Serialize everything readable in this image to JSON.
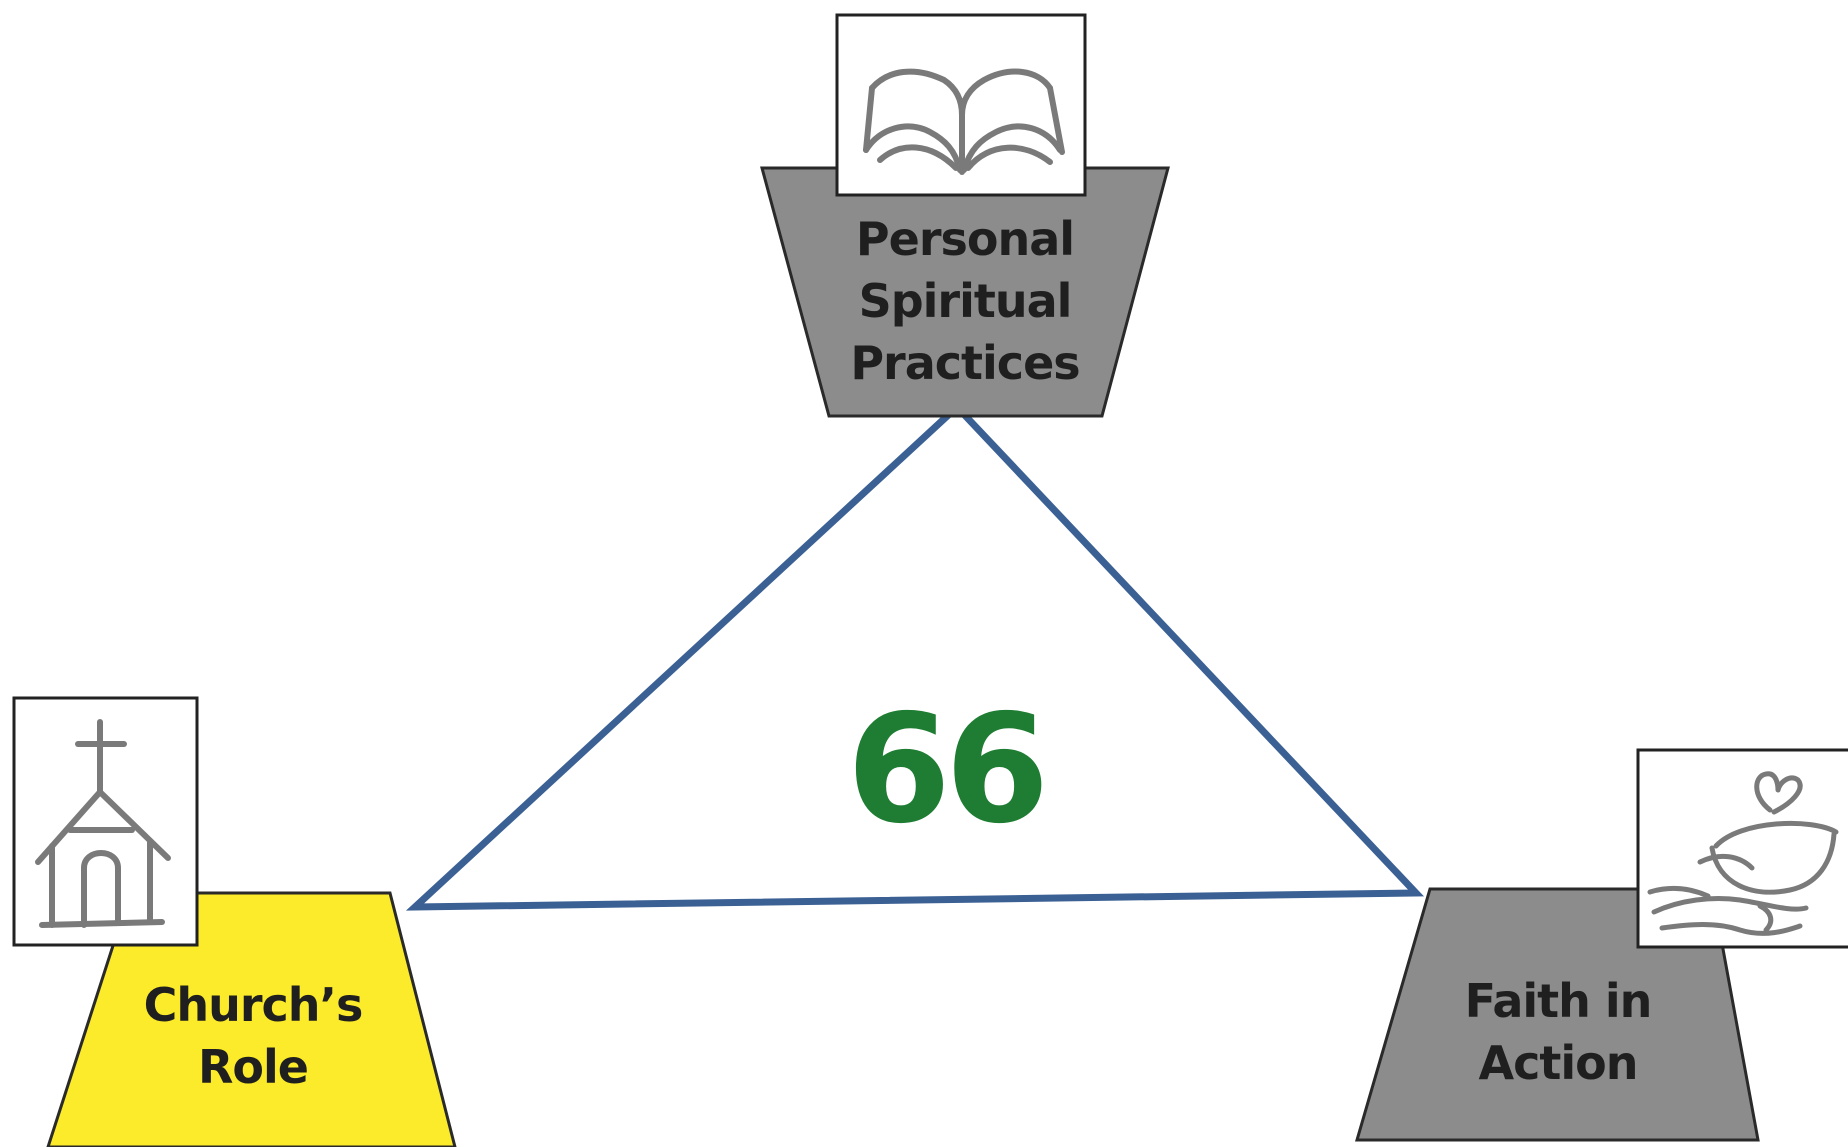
{
  "diagram": {
    "center_value": "66",
    "nodes": {
      "top": {
        "label_lines": [
          "Personal",
          "Spiritual",
          "Practices"
        ],
        "icon": "open-bible-icon",
        "fill_color": "#8c8c8c"
      },
      "left": {
        "label_lines": [
          "Church’s",
          "Role"
        ],
        "icon": "church-icon",
        "fill_color": "#fbeb2a"
      },
      "right": {
        "label_lines": [
          "Faith in",
          "Action"
        ],
        "icon": "serving-hand-icon",
        "fill_color": "#8c8c8c"
      }
    }
  },
  "colors": {
    "triangle_stroke": "#3b6094",
    "center_value": "#1e7d32",
    "node_outline": "#2a2a2a",
    "icon_box_border": "#222222",
    "icon_stroke": "#555555"
  }
}
